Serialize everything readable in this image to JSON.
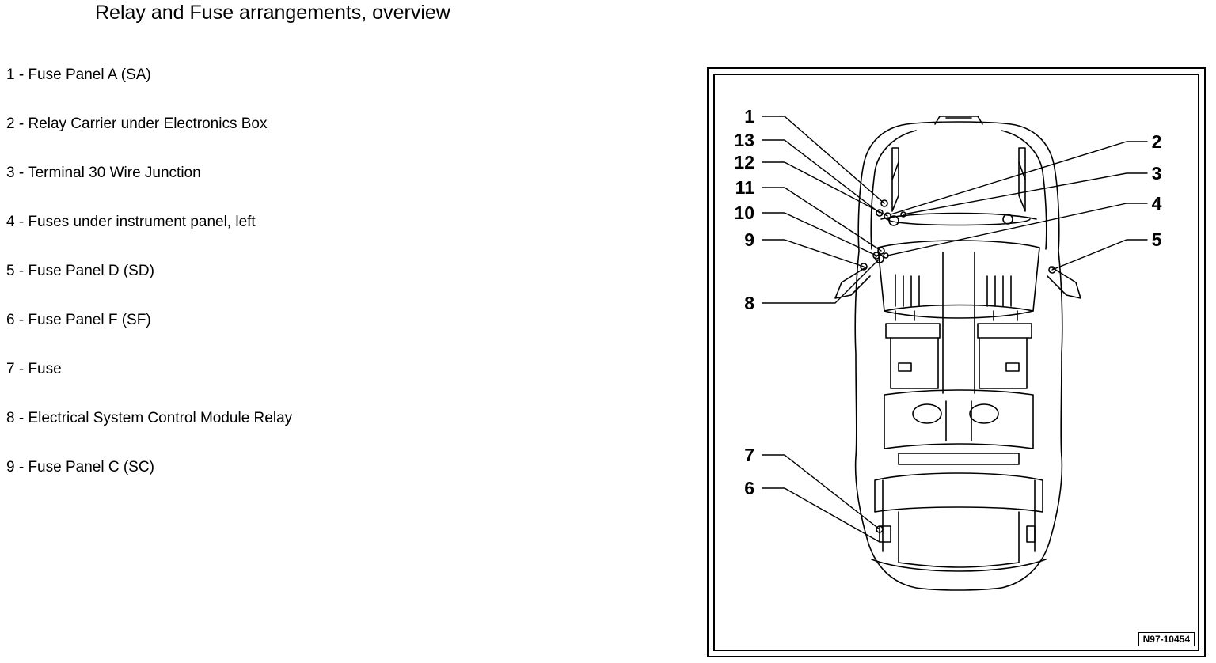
{
  "page": {
    "title": "Relay and Fuse arrangements, overview"
  },
  "legend": [
    {
      "number": "1",
      "text": "1 - Fuse Panel A (SA)"
    },
    {
      "number": "2",
      "text": "2 - Relay Carrier under Electronics Box"
    },
    {
      "number": "3",
      "text": "3 - Terminal 30 Wire Junction"
    },
    {
      "number": "4",
      "text": "4 - Fuses under instrument panel, left"
    },
    {
      "number": "5",
      "text": "5 - Fuse Panel D (SD)"
    },
    {
      "number": "6",
      "text": "6 - Fuse Panel F (SF)"
    },
    {
      "number": "7",
      "text": "7 - Fuse"
    },
    {
      "number": "8",
      "text": "8 - Electrical System Control Module Relay"
    },
    {
      "number": "9",
      "text": "9 - Fuse Panel C (SC)"
    }
  ],
  "diagram": {
    "figure_id": "N97-10454",
    "callouts": [
      {
        "label": "1",
        "side": "left"
      },
      {
        "label": "13",
        "side": "left"
      },
      {
        "label": "12",
        "side": "left"
      },
      {
        "label": "11",
        "side": "left"
      },
      {
        "label": "10",
        "side": "left"
      },
      {
        "label": "9",
        "side": "left"
      },
      {
        "label": "8",
        "side": "left"
      },
      {
        "label": "7",
        "side": "left"
      },
      {
        "label": "6",
        "side": "left"
      },
      {
        "label": "2",
        "side": "right"
      },
      {
        "label": "3",
        "side": "right"
      },
      {
        "label": "4",
        "side": "right"
      },
      {
        "label": "5",
        "side": "right"
      }
    ]
  }
}
